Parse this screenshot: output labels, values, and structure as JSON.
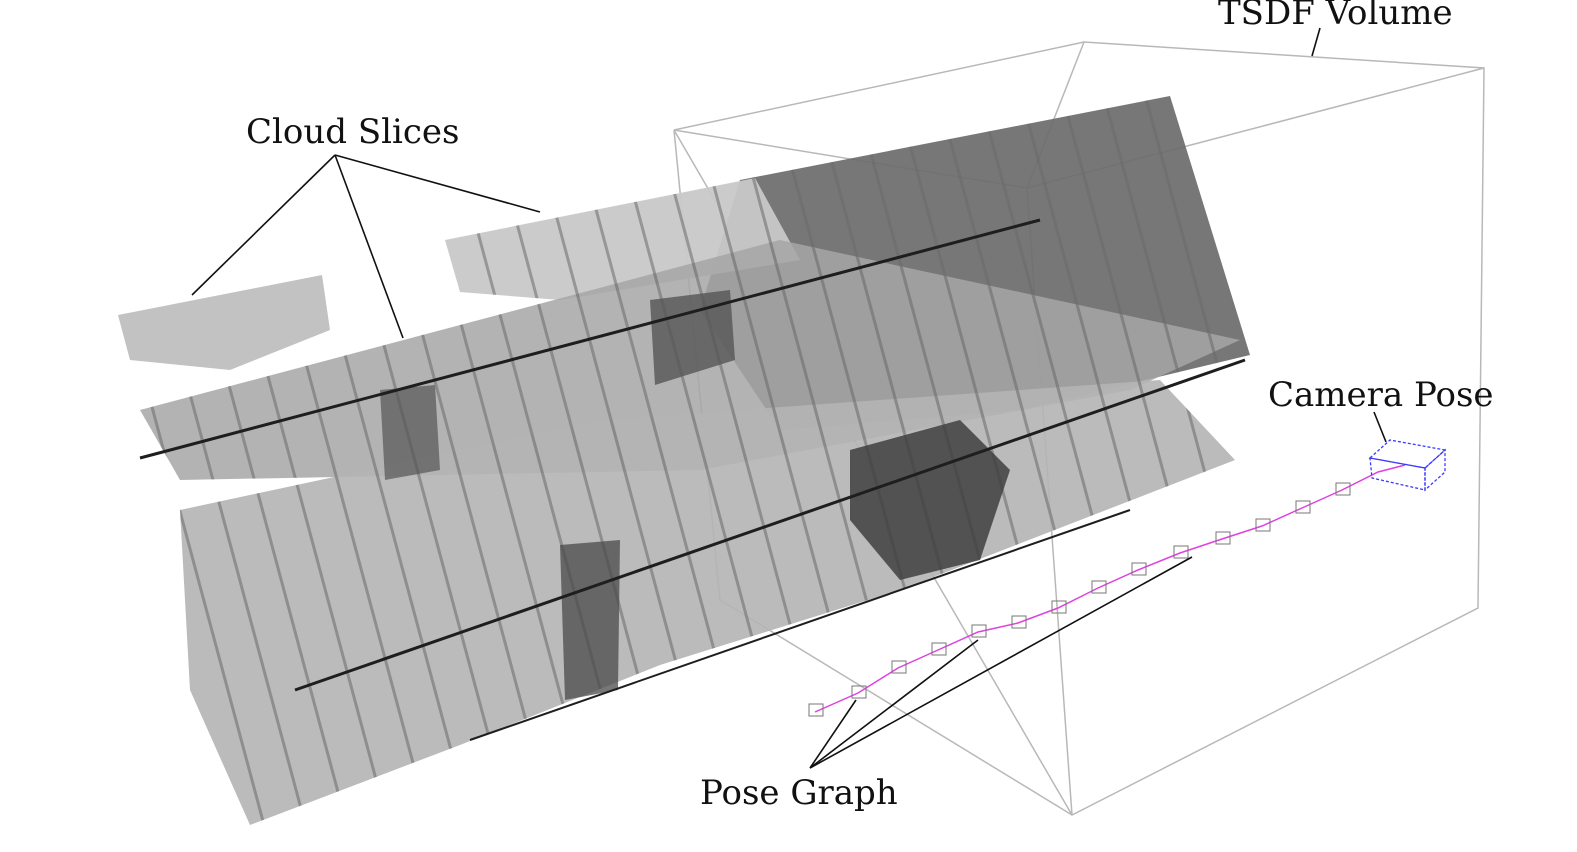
{
  "labels": {
    "tsdf_volume": "TSDF Volume",
    "cloud_slices": "Cloud Slices",
    "camera_pose": "Camera Pose",
    "pose_graph": "Pose Graph"
  },
  "colors": {
    "volume_edge": "#b8b8b8",
    "leader_line": "#111111",
    "pose_graph_path": "#e040e0",
    "camera_frustum": "#3a3aff",
    "slice_light": "#c8c8c8",
    "slice_mid": "#8f8f8f",
    "slice_dark": "#555555"
  }
}
